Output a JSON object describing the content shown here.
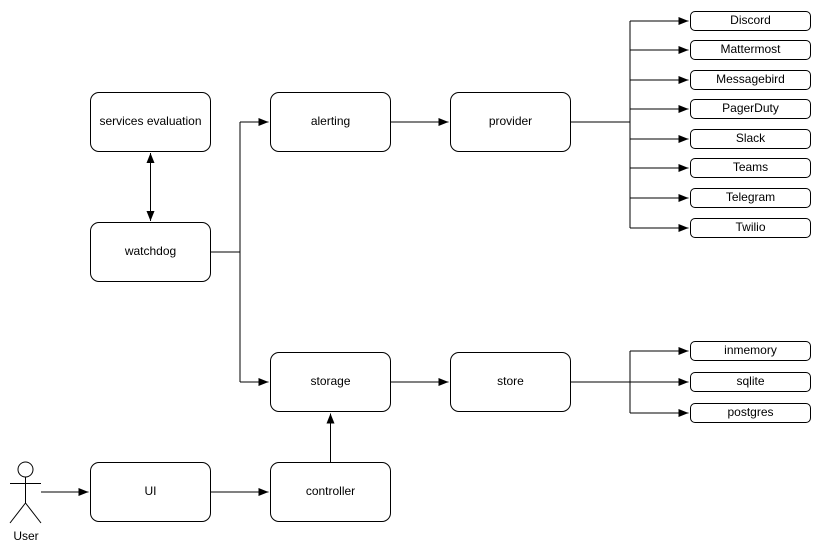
{
  "diagram": {
    "background": "#ffffff",
    "stroke_color": "#000000",
    "node_fill": "#ffffff",
    "text_color": "#000000",
    "nodes": {
      "services_evaluation": "services evaluation",
      "watchdog": "watchdog",
      "alerting": "alerting",
      "provider": "provider",
      "storage": "storage",
      "store": "store",
      "ui": "UI",
      "controller": "controller"
    },
    "actor": {
      "label": "User"
    },
    "provider_targets": [
      "Discord",
      "Mattermost",
      "Messagebird",
      "PagerDuty",
      "Slack",
      "Teams",
      "Telegram",
      "Twilio"
    ],
    "store_targets": [
      "inmemory",
      "sqlite",
      "postgres"
    ]
  }
}
